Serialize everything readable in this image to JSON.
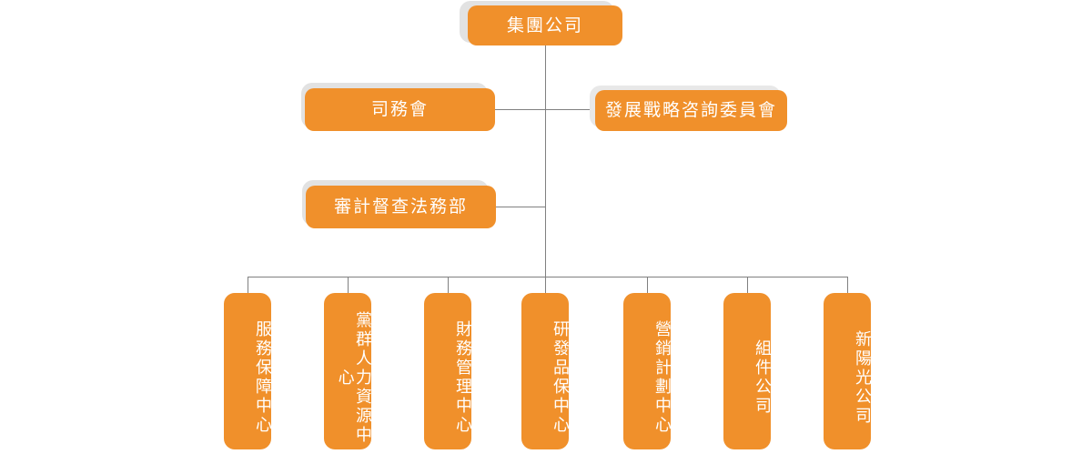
{
  "chart": {
    "type": "org-chart",
    "title_node": "集團公司",
    "theme": {
      "node_fill": "#f0902b",
      "node_text": "#ffffff",
      "shadow": "#e2e2e2",
      "connector": "#808080",
      "background": "#ffffff"
    },
    "levels": [
      {
        "level": 1,
        "nodes": [
          {
            "id": "group-company",
            "label": "集團公司",
            "orientation": "horizontal"
          }
        ]
      },
      {
        "level": 2,
        "nodes": [
          {
            "id": "si-wu-hui",
            "label": "司務會",
            "orientation": "horizontal"
          },
          {
            "id": "dev-strategy-committee",
            "label": "發展戰略咨詢委員會",
            "orientation": "horizontal"
          }
        ]
      },
      {
        "level": 3,
        "nodes": [
          {
            "id": "audit-legal-dept",
            "label": "審計督查法務部",
            "orientation": "horizontal"
          }
        ]
      },
      {
        "level": 4,
        "nodes": [
          {
            "id": "service-support-center",
            "label": "服務保障中心",
            "orientation": "vertical"
          },
          {
            "id": "party-hr-center",
            "label": "黨群人力資源中心",
            "orientation": "vertical"
          },
          {
            "id": "finance-center",
            "label": "財務管理中心",
            "orientation": "vertical"
          },
          {
            "id": "rd-quality-center",
            "label": "研發品保中心",
            "orientation": "vertical"
          },
          {
            "id": "marketing-planning-center",
            "label": "營銷計劃中心",
            "orientation": "vertical"
          },
          {
            "id": "component-company",
            "label": "組件公司",
            "orientation": "vertical"
          },
          {
            "id": "new-sunshine-company",
            "label": "新陽光公司",
            "orientation": "vertical"
          }
        ]
      }
    ]
  }
}
